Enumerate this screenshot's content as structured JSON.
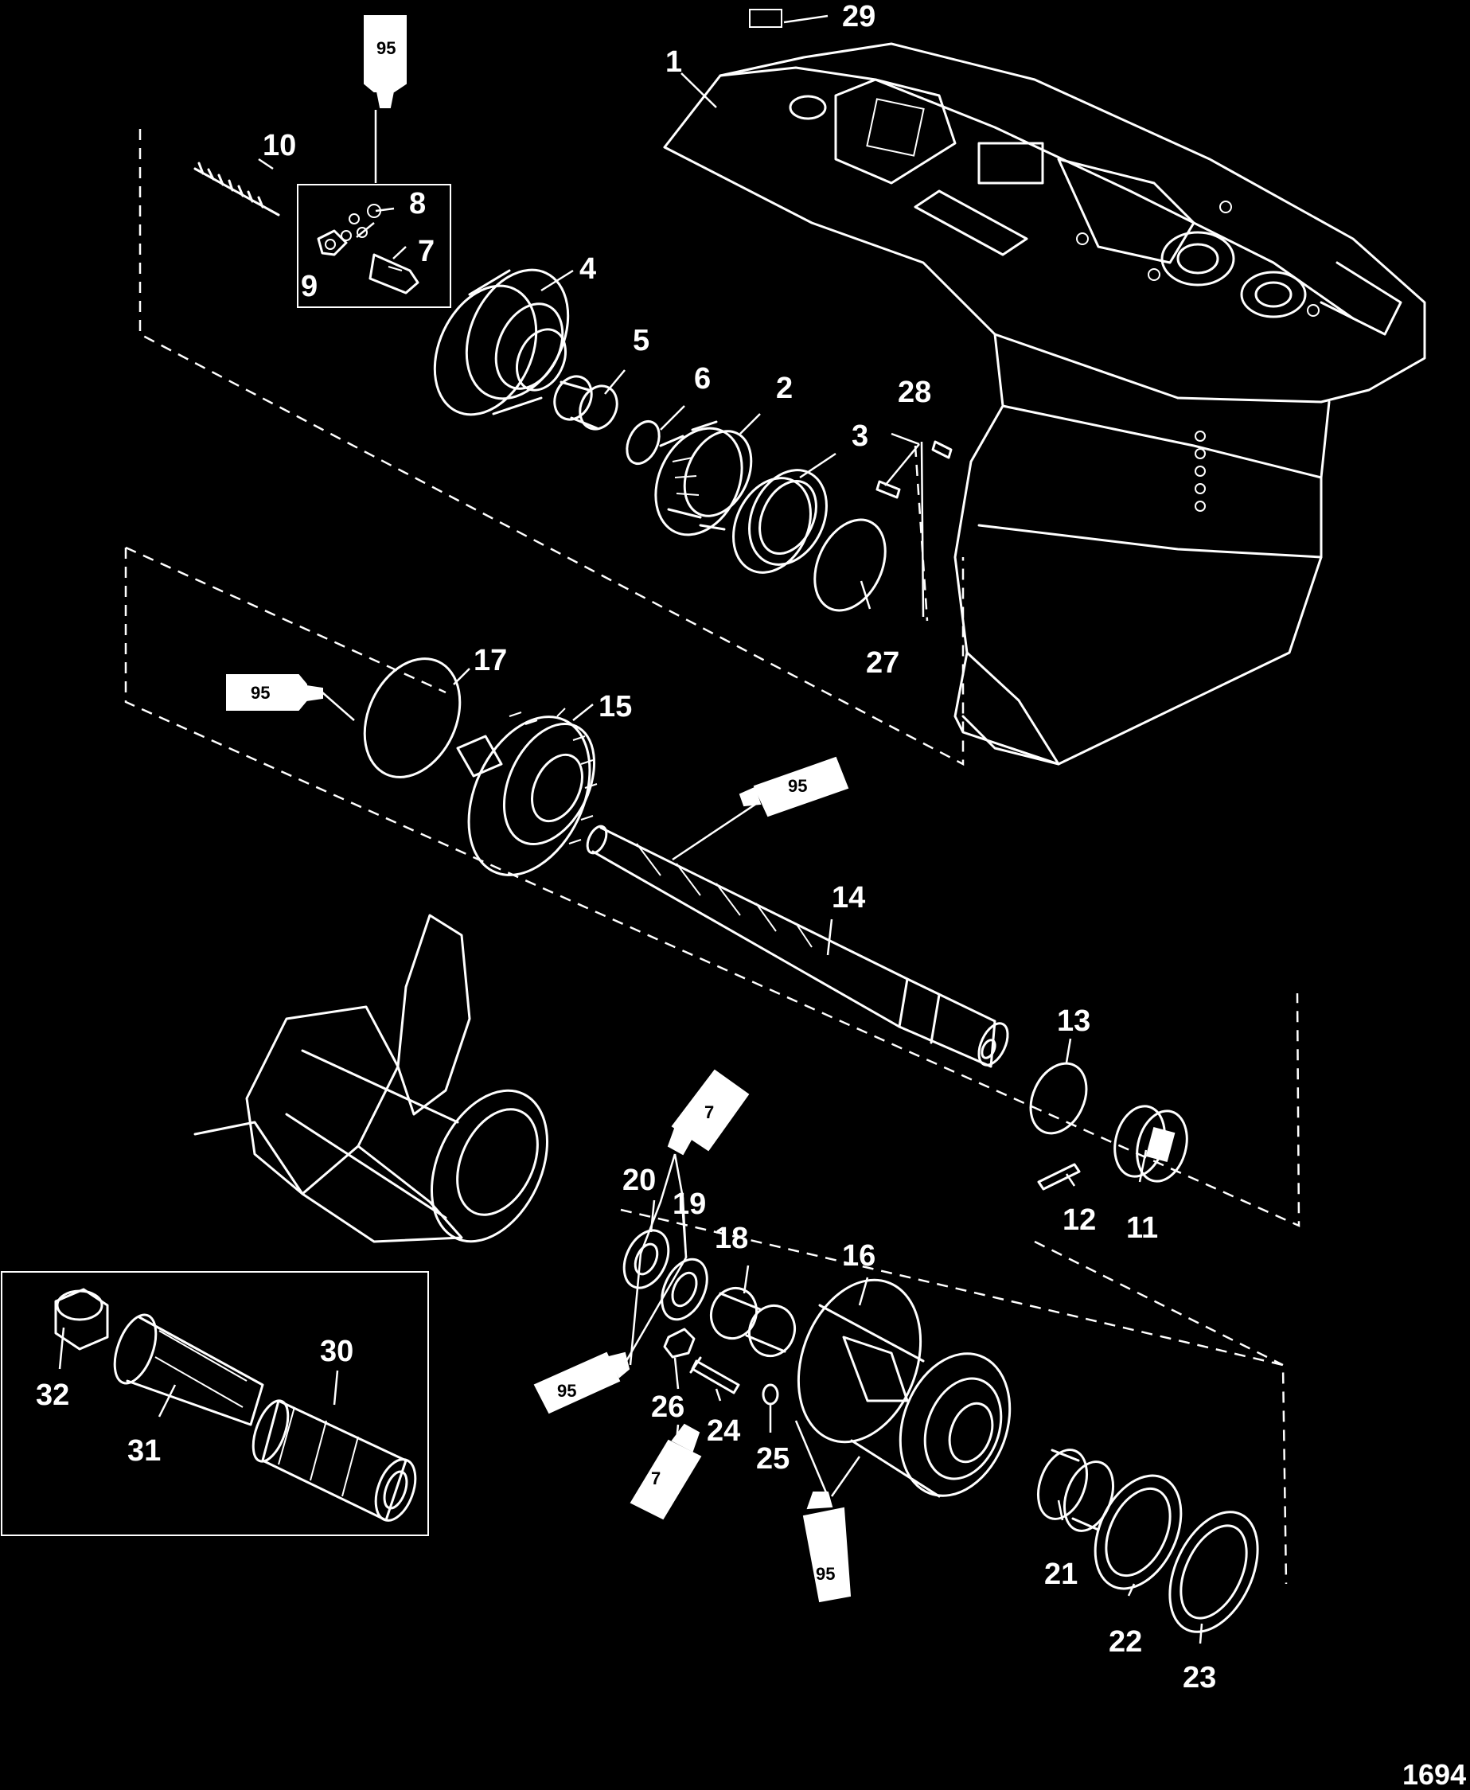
{
  "callouts": {
    "c1": "1",
    "c2": "2",
    "c3": "3",
    "c4": "4",
    "c5": "5",
    "c6": "6",
    "c7": "7",
    "c8": "8",
    "c9": "9",
    "c10": "10",
    "c11": "11",
    "c12": "12",
    "c13": "13",
    "c14": "14",
    "c15": "15",
    "c16": "16",
    "c17": "17",
    "c18": "18",
    "c19": "19",
    "c20": "20",
    "c21": "21",
    "c22": "22",
    "c23": "23",
    "c24": "24",
    "c25": "25",
    "c26": "26",
    "c27": "27",
    "c28": "28",
    "c29": "29",
    "c30": "30",
    "c31": "31",
    "c32": "32"
  },
  "tubes": {
    "t_top": "95",
    "t_17": "95",
    "t_14": "95",
    "t_7a": "7",
    "t_95b": "95",
    "t_7b": "7",
    "t_95c": "95"
  },
  "figure_number": "1694"
}
